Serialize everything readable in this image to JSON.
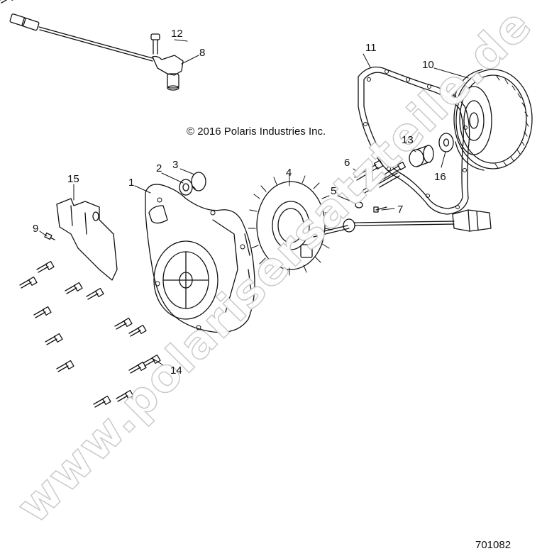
{
  "copyright": "© 2016  Polaris Industries Inc.",
  "diagram_number": "701082",
  "watermark": "www.polarisersatzteile.de",
  "callouts": [
    "1",
    "2",
    "3",
    "4",
    "5",
    "6",
    "7",
    "8",
    "9",
    "10",
    "11",
    "12",
    "13",
    "14",
    "15",
    "16"
  ]
}
